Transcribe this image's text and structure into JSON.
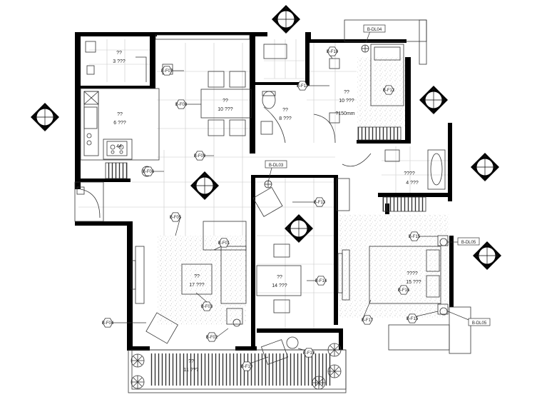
{
  "section_symbols": [
    {
      "id": "sym-top",
      "top": "A",
      "left": "D",
      "right": "B",
      "bottom": "C"
    },
    {
      "id": "sym-left",
      "top": "A",
      "left": "D",
      "right": "B",
      "bottom": "C"
    },
    {
      "id": "sym-center",
      "top": "A",
      "left": "D",
      "right": "B",
      "bottom": "C"
    },
    {
      "id": "sym-mid",
      "top": "A",
      "left": "D",
      "right": "B",
      "bottom": "C"
    },
    {
      "id": "sym-right-top",
      "top": "A",
      "left": "D",
      "right": "B",
      "bottom": "C"
    },
    {
      "id": "sym-right-mid",
      "top": "A",
      "left": "D",
      "right": "B",
      "bottom": "C"
    },
    {
      "id": "sym-right-low",
      "top": "A",
      "left": "D",
      "right": "B",
      "bottom": "C"
    }
  ],
  "tags": {
    "f01": "B-F01",
    "f02": "B-F02",
    "f03": "B-F03",
    "f04": "B-F04",
    "f05": "B-F05",
    "f06": "B-F06",
    "f07": "B-F07",
    "f08": "B-F08",
    "f09": "B-F09",
    "f10": "B-F10",
    "f11": "B-F11",
    "f12": "B-F12",
    "f13": "B-F13",
    "f14": "B-F14",
    "f15a": "B-F15",
    "f15b": "B-F15",
    "f16": "B-F16",
    "f17": "B-F17",
    "f18": "B-F18",
    "f19": "B-F19",
    "dl03": "B-DL03",
    "dl04": "B-DL04",
    "dl05a": "B-DL05",
    "dl05b": "B-DL05"
  },
  "rooms": {
    "r1": {
      "name": "??",
      "area": "3 ???"
    },
    "r2": {
      "name": "??",
      "area": "6 ???"
    },
    "r3": {
      "name": "??",
      "area": "10 ???"
    },
    "r4": {
      "name": "??",
      "area": "8 ???"
    },
    "r5": {
      "name": "??",
      "area": "10 ???",
      "note": "?150mm"
    },
    "r6": {
      "name": "????",
      "area": "4 ???"
    },
    "r7": {
      "name": "??",
      "area": "17 ???"
    },
    "r8": {
      "name": "??",
      "area": "14 ???"
    },
    "r9": {
      "name": "????",
      "area": "15 ???"
    },
    "r10": {
      "name": "??",
      "area": "11 ???"
    }
  },
  "misc": {
    "stove_marks": "44"
  },
  "colors": {
    "wall": "#000000",
    "line": "#333333",
    "grid": "#c8c8c8",
    "hatch": "#9a9a9a"
  }
}
